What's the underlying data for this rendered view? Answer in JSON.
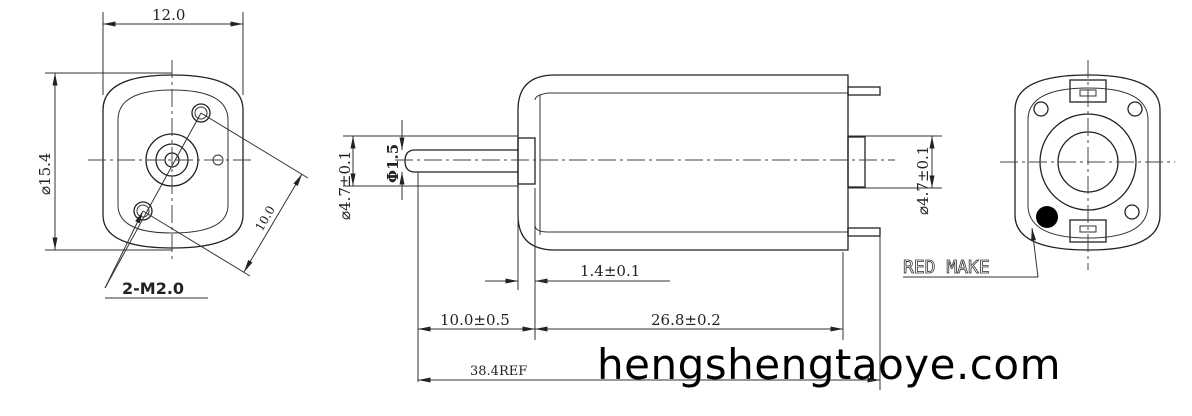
{
  "dimensions": {
    "width": "12.0",
    "diameter_body": "⌀15.4",
    "hole_spacing": "10.0",
    "holes": "2-M2.0",
    "boss_left": "⌀4.7±0.1",
    "shaft": "Φ1.5",
    "boss_right": "⌀4.7±0.1",
    "boss_length": "1.4±0.1",
    "shaft_length": "10.0±0.5",
    "body_length": "26.8±0.2",
    "total_length": "38.4REF"
  },
  "labels": {
    "red_mark": "RED MAKE"
  },
  "watermark": "hengshengtaoye.com"
}
